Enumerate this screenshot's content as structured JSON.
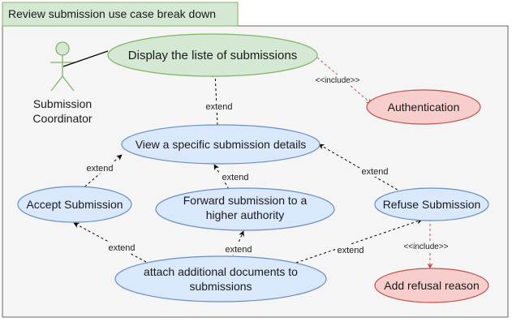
{
  "title": "Review submission use case break down",
  "colors": {
    "title_fill": "#d5e8d4",
    "title_stroke": "#82b366",
    "frame_fill": "#f5f5f5",
    "frame_stroke": "#666666",
    "green_fill": "#d5e8d4",
    "green_stroke": "#82b366",
    "blue_fill": "#dae8fc",
    "blue_stroke": "#6c8ebf",
    "red_fill": "#f8cecc",
    "red_stroke": "#b85450",
    "edge_stroke": "#000000",
    "include_stroke": "#b85450"
  },
  "actor": {
    "icon": "stick-figure-icon",
    "label_line1": "Submission",
    "label_line2": "Coordinator"
  },
  "use_cases": {
    "display_list": "Display the liste of submissions",
    "authentication": "Authentication",
    "view_details": "View a specific submission details",
    "accept": "Accept Submission",
    "forward_line1": "Forward submission to a",
    "forward_line2": "higher authority",
    "refuse": "Refuse Submission",
    "attach_line1": "attach additional documents  to",
    "attach_line2": "submissions",
    "refusal_reason": "Add refusal reason"
  },
  "relations": {
    "view_to_display": "extend",
    "accept_to_view": "extend",
    "forward_to_view": "extend",
    "refuse_to_view": "extend",
    "attach_to_accept": "extend",
    "attach_to_forward": "extend",
    "attach_to_refuse": "extend",
    "display_to_auth": "<<include>>",
    "refuse_to_reason": "<<include>>"
  }
}
